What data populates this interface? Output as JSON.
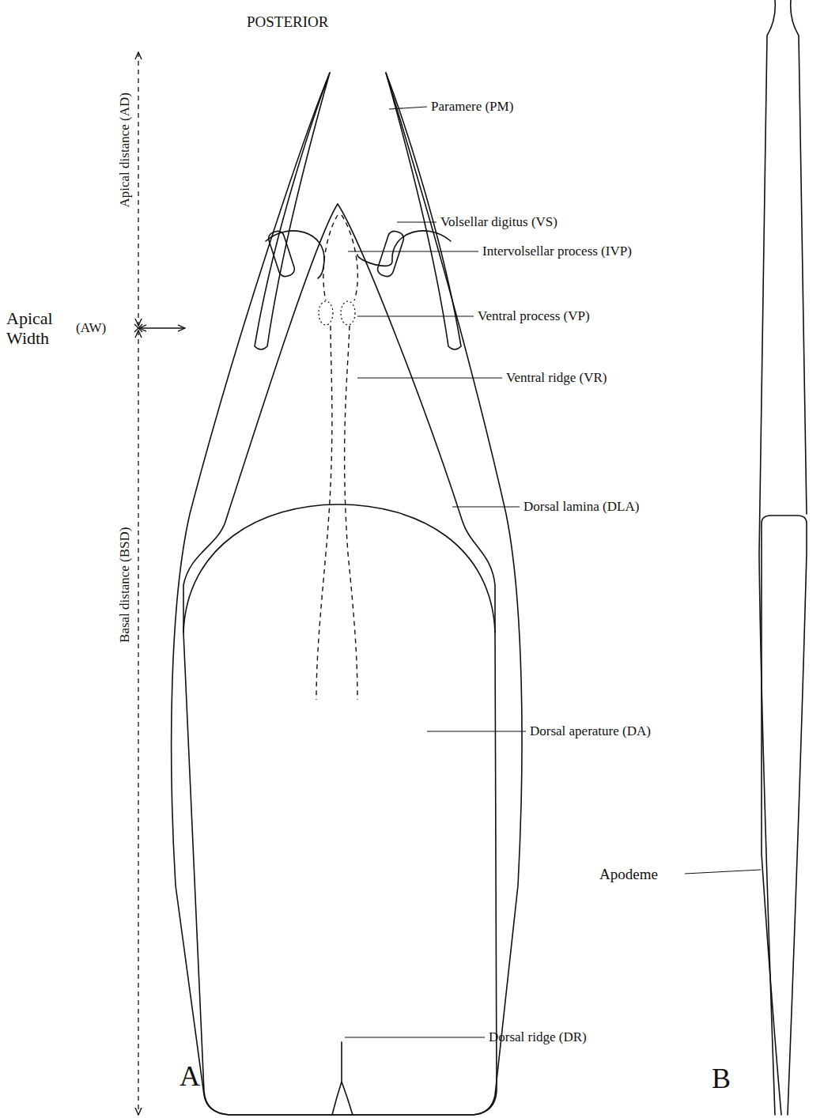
{
  "diagram": {
    "labels": [
      "POSTERIOR",
      "Paramere (PM)",
      "Volsellar digitus (VS)",
      "Intervolsellar process (IVP)",
      "Ventral process (VP)",
      "Ventral ridge (VR)",
      "Dorsal lamina (DLA)",
      "Dorsal aperature (DA)",
      "Dorsal ridge (DR)",
      "Apodeme",
      "Apical distance (AD)",
      "Apical Width",
      "(AW)",
      "Basal distance (BSD)",
      "A",
      "B"
    ]
  }
}
